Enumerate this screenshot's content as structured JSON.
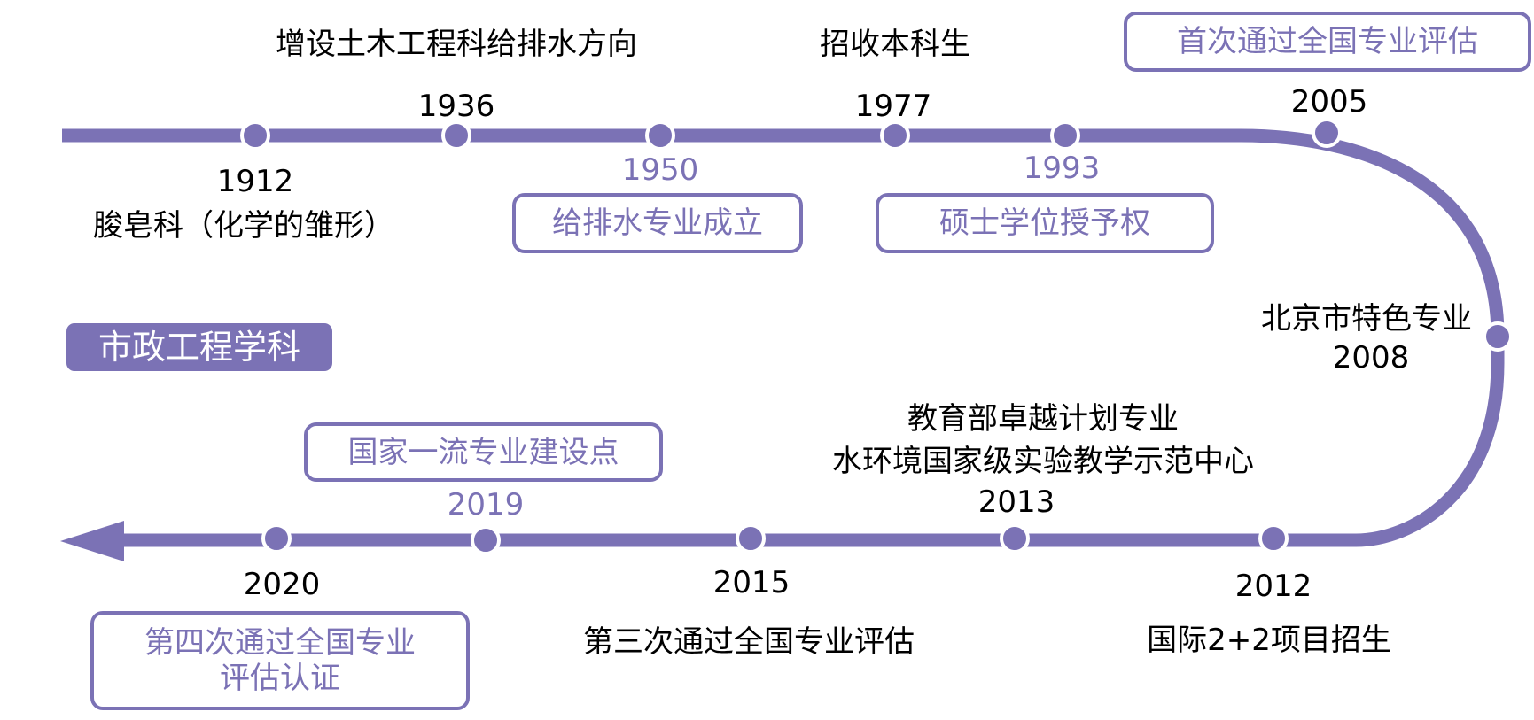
{
  "title": "市政工程学科",
  "colors": {
    "accent": "#7b72b5",
    "text": "#000000",
    "background": "#ffffff"
  },
  "events": [
    {
      "year": "1912",
      "text": "朘皂科（化学的雏形）",
      "style": "plain"
    },
    {
      "year": "1936",
      "text": "增设土木工程科给排水方向",
      "style": "plain"
    },
    {
      "year": "1950",
      "text": "给排水专业成立",
      "style": "boxed"
    },
    {
      "year": "1977",
      "text": "招收本科生",
      "style": "plain"
    },
    {
      "year": "1993",
      "text": "硕士学位授予权",
      "style": "boxed"
    },
    {
      "year": "2005",
      "text": "首次通过全国专业评估",
      "style": "boxed"
    },
    {
      "year": "2008",
      "text": "北京市特色专业",
      "style": "plain"
    },
    {
      "year": "2012",
      "text": "国际2+2项目招生",
      "style": "plain"
    },
    {
      "year": "2013",
      "text_lines": [
        "教育部卓越计划专业",
        "水环境国家级实验教学示范中心"
      ],
      "style": "plain"
    },
    {
      "year": "2015",
      "text": "第三次通过全国专业评估",
      "style": "plain"
    },
    {
      "year": "2019",
      "text": "国家一流专业建设点",
      "style": "boxed"
    },
    {
      "year": "2020",
      "text_lines": [
        "第四次通过全国专业",
        "评估认证"
      ],
      "style": "boxed"
    }
  ]
}
